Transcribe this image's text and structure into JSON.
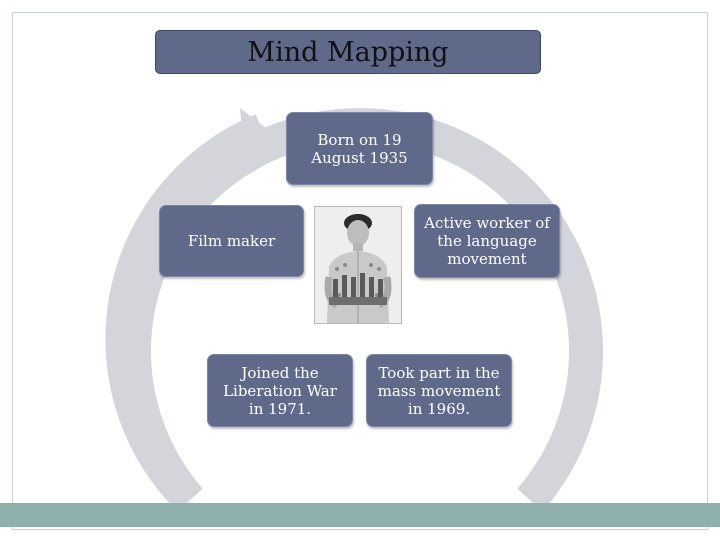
{
  "title": "Mind Mapping",
  "nodes": {
    "born": "Born on 19\nAugust 1935",
    "film_maker": "Film maker",
    "active_worker": "Active worker of\nthe language\nmovement",
    "joined": "Joined the\nLiberation War\nin 1971.",
    "took_part": "Took part in the\nmass movement\nin 1969."
  },
  "photo": "portrait-photo",
  "colors": {
    "node_fill": "#5f6a8a",
    "cycle_arrow": "#d3d5da",
    "bottom_band": "#8fb0ad"
  }
}
